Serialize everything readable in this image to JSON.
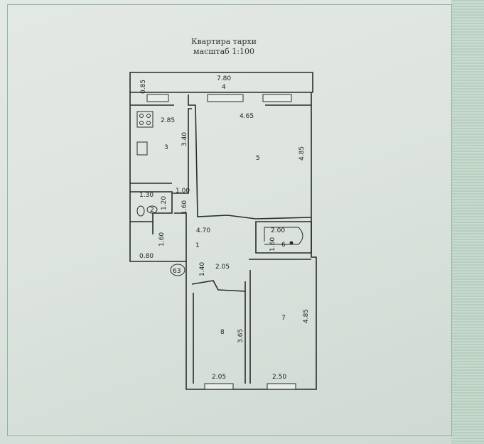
{
  "plan": {
    "title": "Квартира тархи",
    "scale": "масштаб 1:100",
    "apartment_number": "63"
  },
  "rooms": {
    "r1": "1",
    "r2": "2",
    "r3": "3",
    "r4": "4",
    "r5": "5",
    "r6": "6",
    "r7": "7",
    "r8": "8"
  },
  "dimensions": {
    "d_780": "7.80",
    "d_085": "0.85",
    "d_285": "2.85",
    "d_340": "3.40",
    "d_465": "4.65",
    "d_485_a": "4.85",
    "d_100": "1.00",
    "d_130": "1.30",
    "d_120": "1.20",
    "d_160_a": "1.60",
    "d_470": "4.70",
    "d_200": "2.00",
    "d_160_b": "1.60",
    "d_160_c": "1.60",
    "d_080": "0.80",
    "d_140": "1.40",
    "d_205_a": "2.05",
    "d_365": "3.65",
    "d_485_b": "4.85",
    "d_205_b": "2.05",
    "d_250": "2.50"
  }
}
